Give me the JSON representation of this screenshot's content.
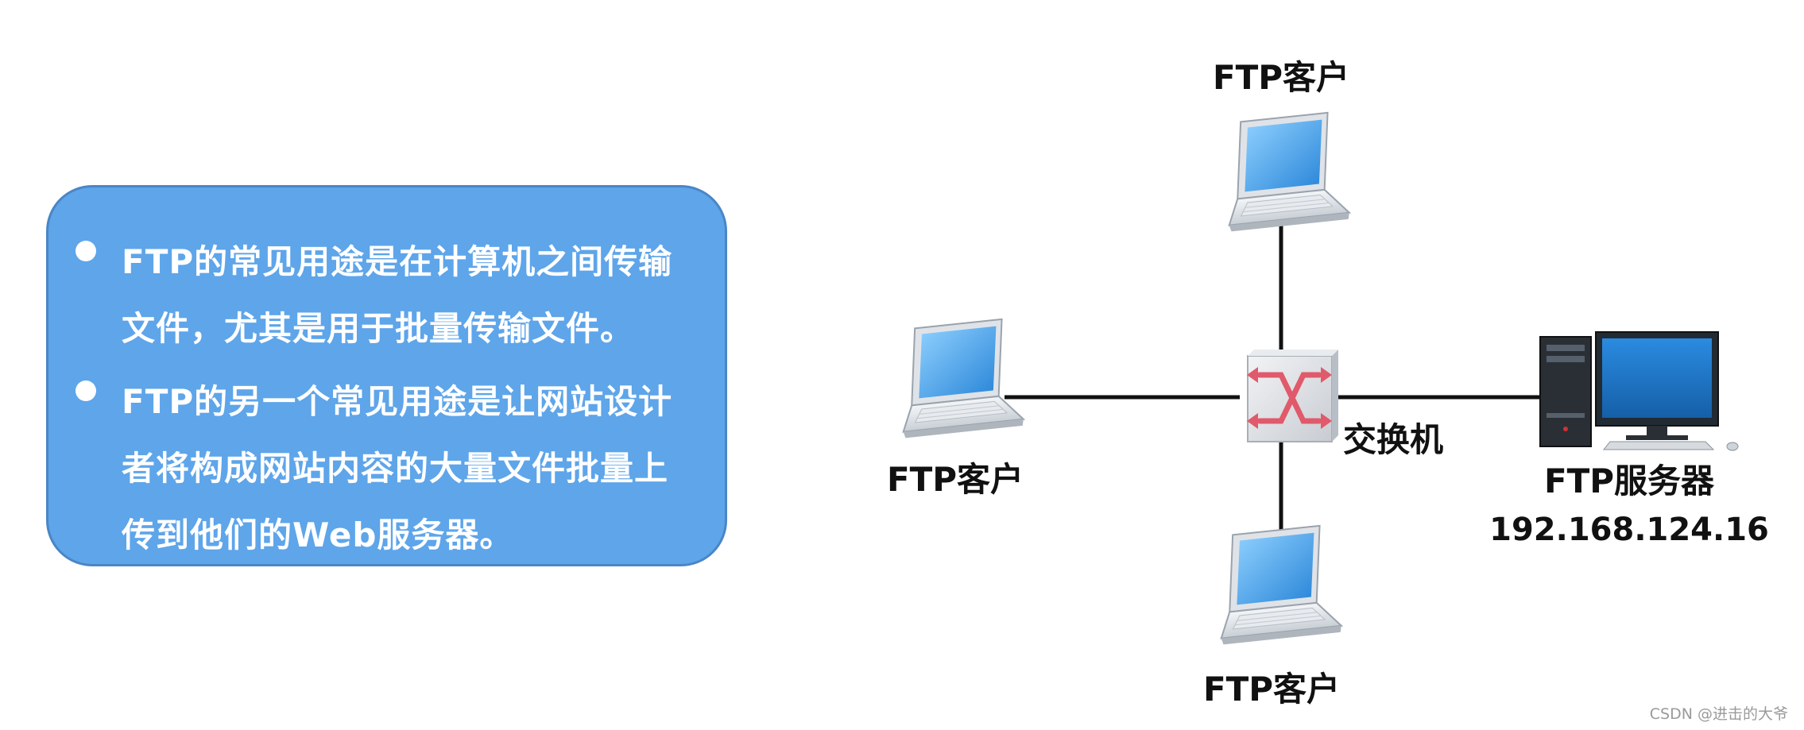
{
  "info_box": {
    "bullets": [
      {
        "text": "FTP的常见用途是在计算机之间传输文件，尤其是用于批量传输文件。"
      },
      {
        "text": "FTP的另一个常见用途是让网站设计者将构成网站内容的大量文件批量上传到他们的Web服务器。"
      }
    ]
  },
  "diagram": {
    "client_top": {
      "label": "FTP客户"
    },
    "client_left": {
      "label": "FTP客户"
    },
    "client_bottom": {
      "label": "FTP客户"
    },
    "switch": {
      "label": "交换机"
    },
    "server": {
      "label": "FTP服务器",
      "ip": "192.168.124.16"
    }
  },
  "watermark": "CSDN @进击的大爷",
  "colors": {
    "box_fill": "#5ea5ea",
    "box_border": "#4a86c6",
    "link_line": "#111111",
    "switch_arrows": "#e05a6b",
    "screen_blue": "#1a6fbf"
  }
}
